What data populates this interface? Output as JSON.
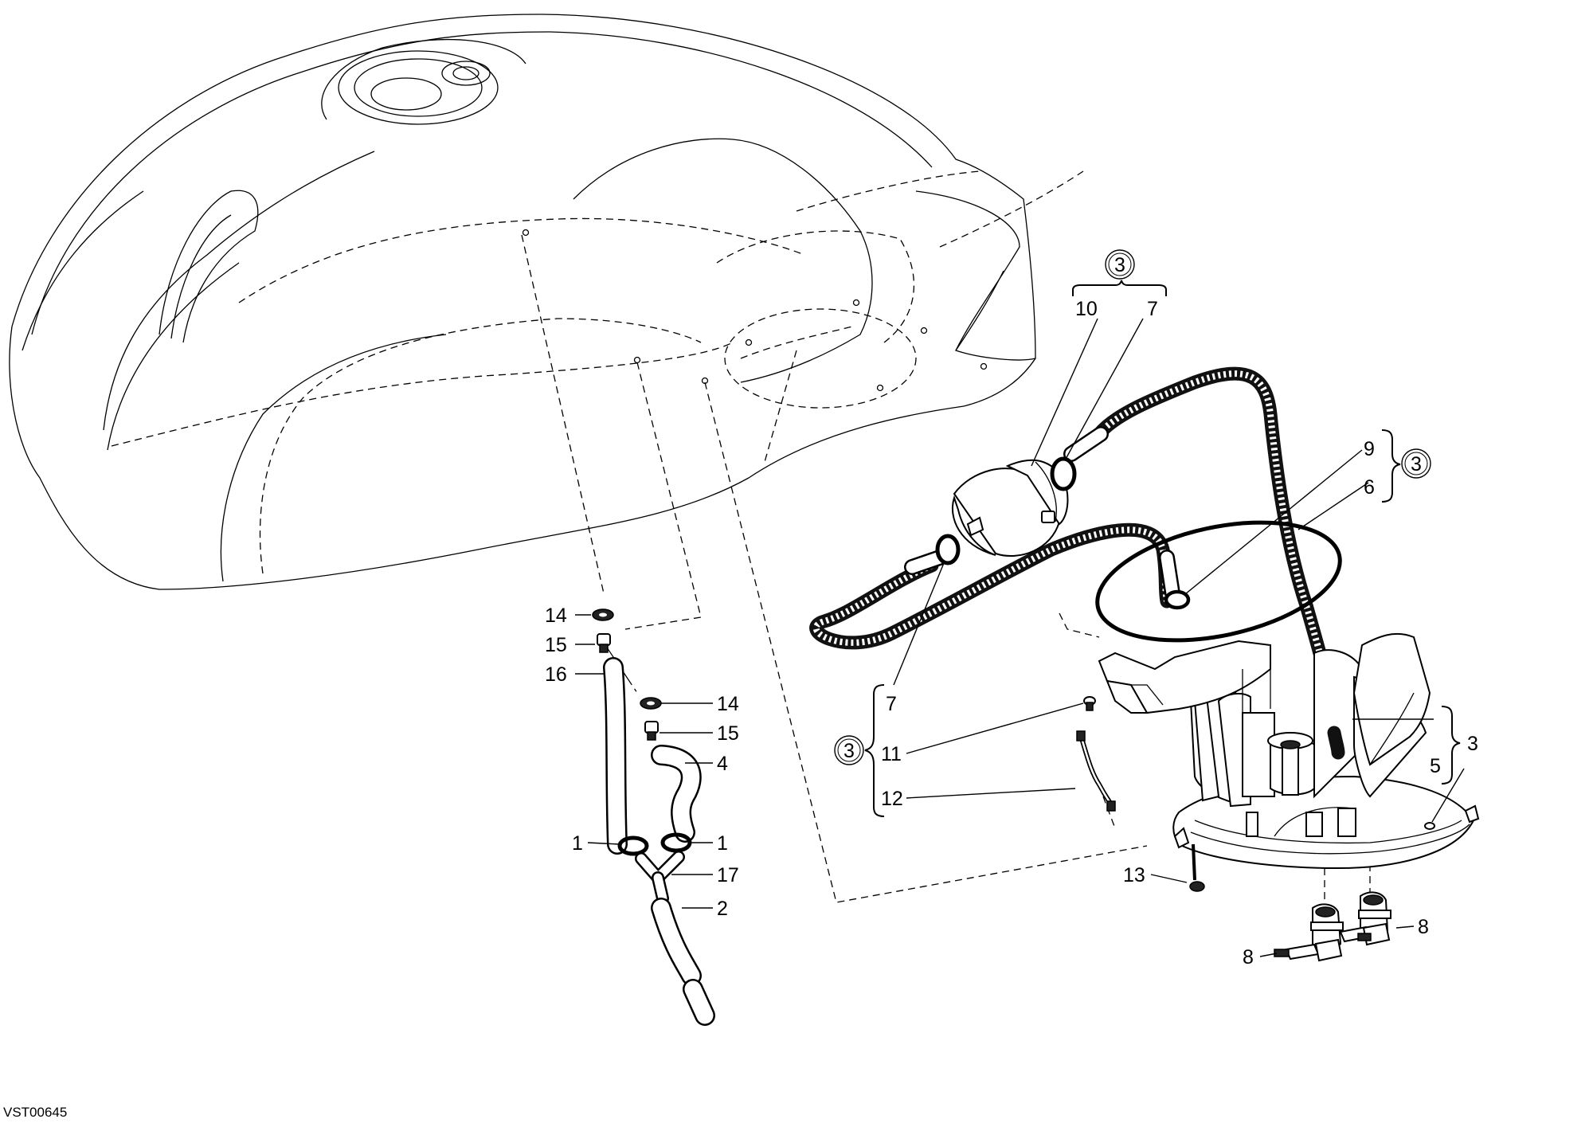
{
  "drawing_code": "VST00645",
  "circled_label": "3",
  "callouts": {
    "c14a": "14",
    "c15a": "15",
    "c16": "16",
    "c14b": "14",
    "c15b": "15",
    "c4": "4",
    "c1a": "1",
    "c1b": "1",
    "c17": "17",
    "c2": "2",
    "c10": "10",
    "c7a": "7",
    "c9": "9",
    "c6": "6",
    "c7b": "7",
    "c11": "11",
    "c12": "12",
    "c3": "3",
    "c5": "5",
    "c13": "13",
    "c8a": "8",
    "c8b": "8"
  }
}
